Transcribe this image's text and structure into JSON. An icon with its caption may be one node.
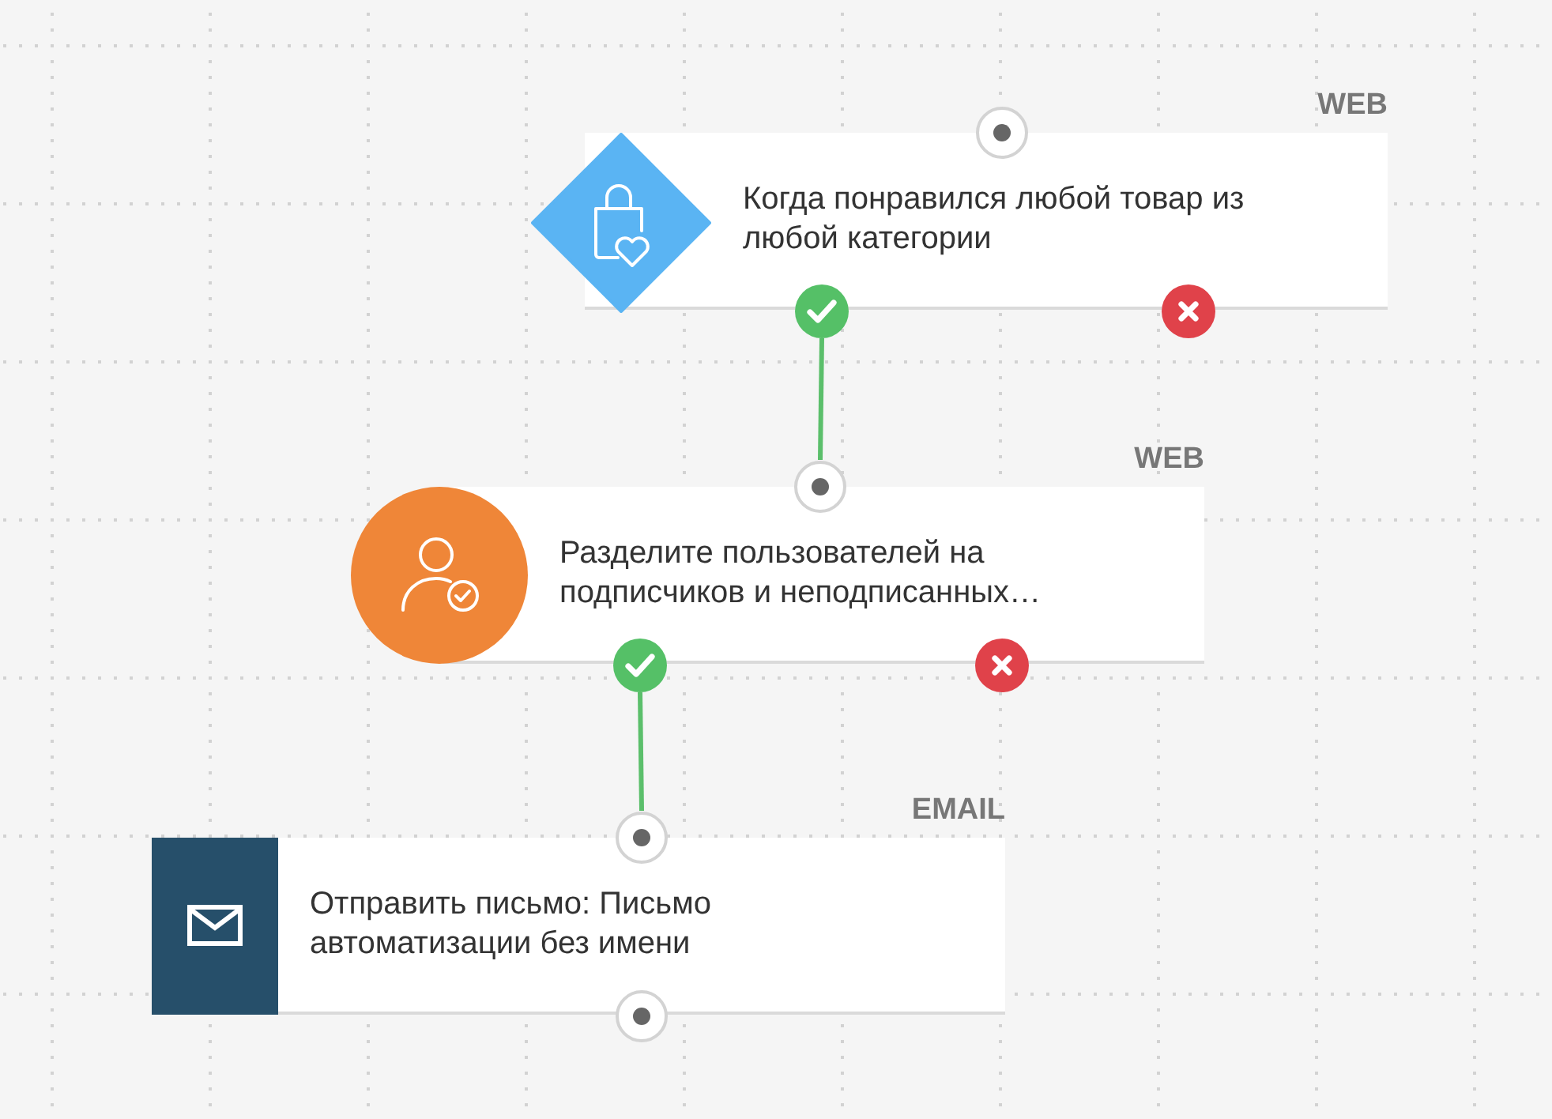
{
  "diagram": {
    "nodes": [
      {
        "text": [
          "Когда понравился любой товар из любой категории"
        ],
        "beside": [
          "WEB"
        ]
      },
      {
        "text": [
          "Разделите пользователей на подписчиков и неподписанных…"
        ],
        "beside": [
          "WEB"
        ]
      },
      {
        "text": [
          "Отправить письмо: Письмо автоматизации без имени"
        ],
        "beside": [
          "EMAIL"
        ]
      }
    ],
    "edges": [
      {
        "from": 0,
        "to": 1,
        "arrow": "none"
      },
      {
        "from": 1,
        "to": 2,
        "arrow": "none"
      }
    ]
  }
}
